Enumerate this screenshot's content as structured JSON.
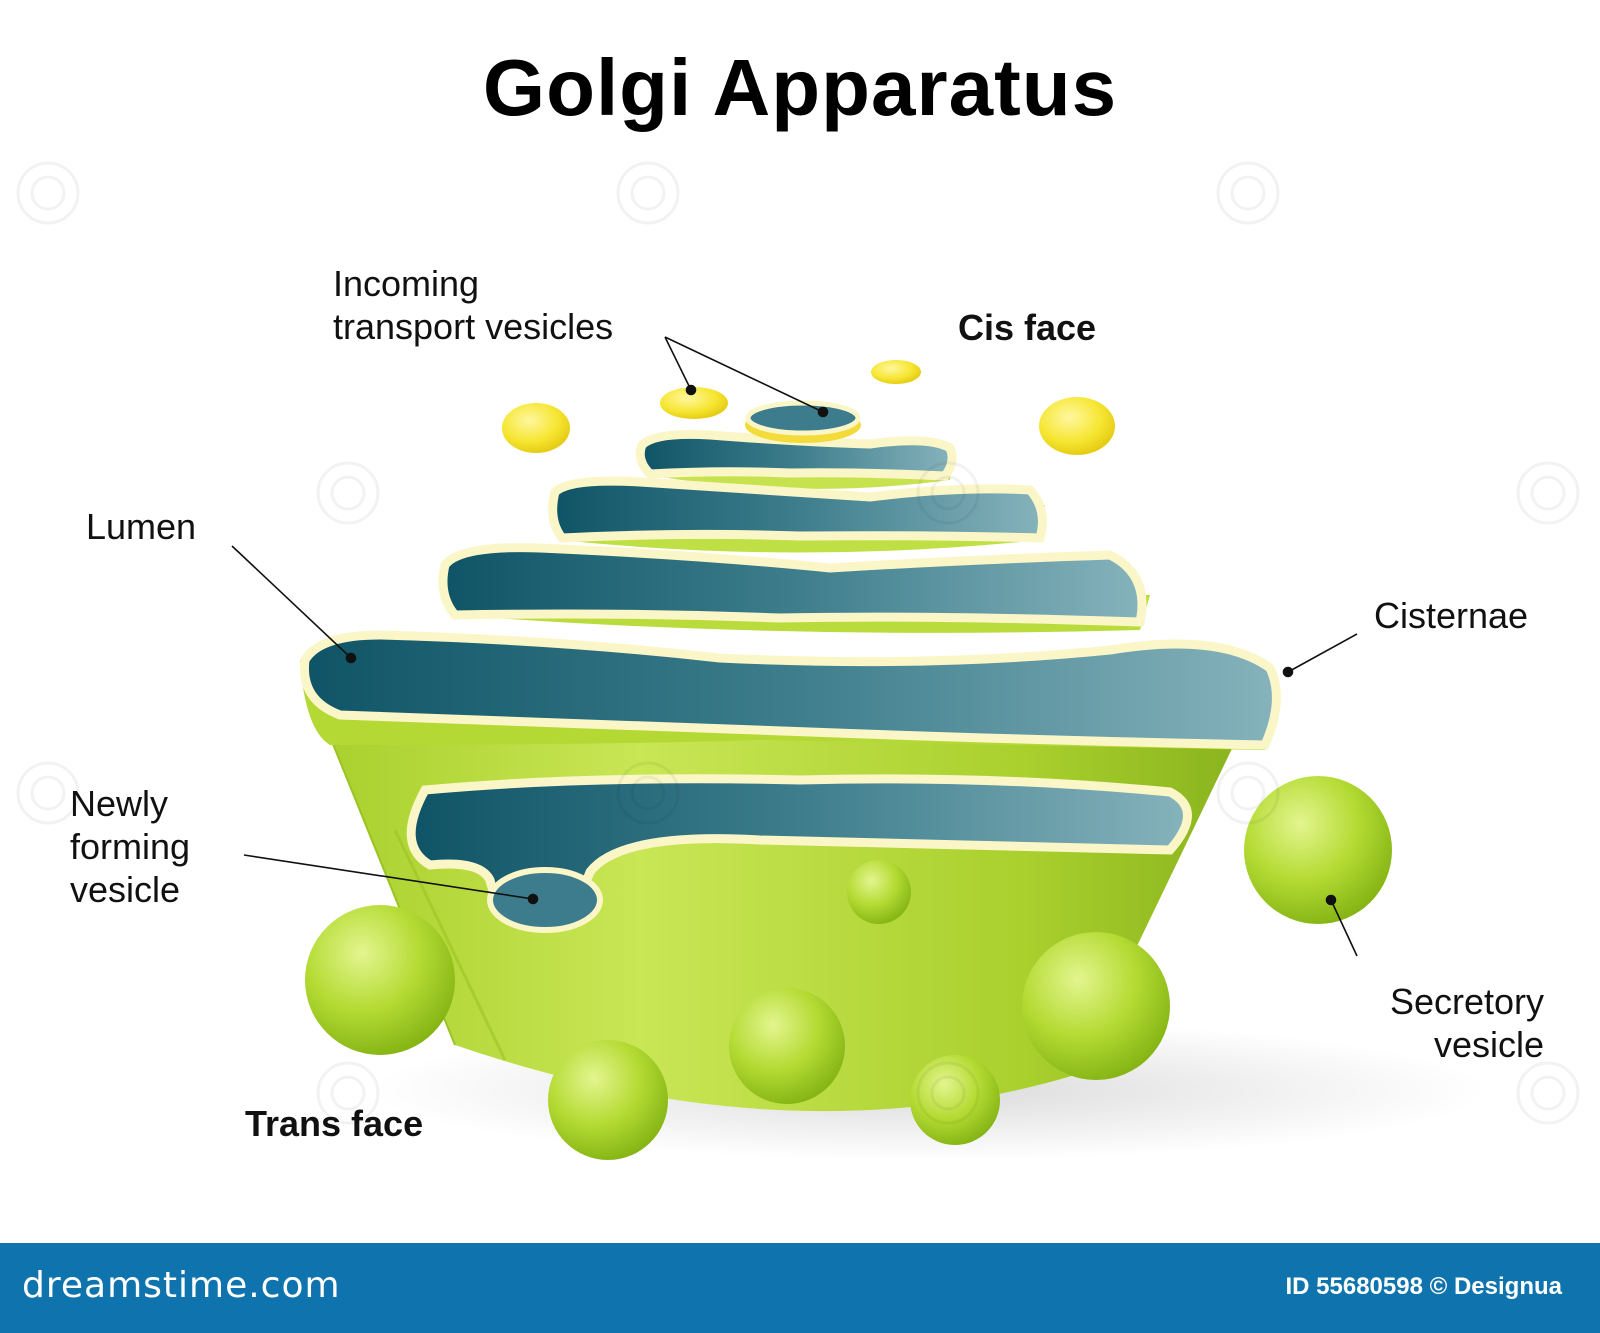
{
  "title": "Golgi Apparatus",
  "labels": {
    "incoming": "Incoming\ntransport vesicles",
    "cis_face": "Cis face",
    "lumen": "Lumen",
    "cisternae": "Cisternae",
    "newly_forming": "Newly\nforming\nvesicle",
    "secretory": "Secretory\nvesicle",
    "trans_face": "Trans face"
  },
  "footer": {
    "brand": "dreamstime.com",
    "credit": "ID 55680598 © Designua"
  },
  "watermark": "dreamstime",
  "colors": {
    "body_green": "#b3d63a",
    "lumen_teal": "#2d6f80",
    "transport_yellow": "#f3e233",
    "footer_blue": "#0f74ad"
  }
}
